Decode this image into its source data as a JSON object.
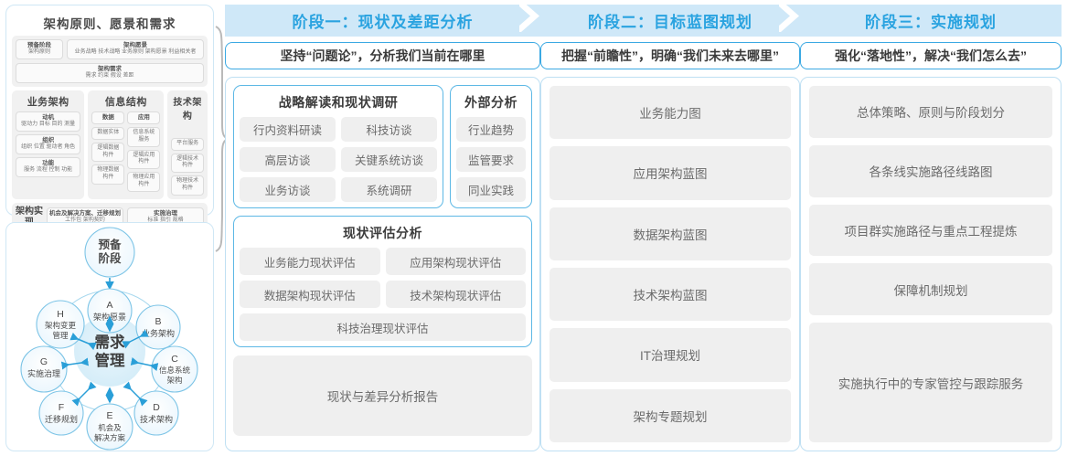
{
  "togaf": {
    "title": "架构原则、愿景和需求",
    "row1": [
      {
        "title": "预备阶段",
        "sub": "架构原则"
      },
      {
        "title": "架构愿景",
        "sub": "业务战略 技术战略 业务原则 架构愿景 利益相关者"
      }
    ],
    "row2": [
      {
        "title": "架构需求",
        "sub": "需求  约束  假设  差距"
      }
    ],
    "columns": [
      {
        "name": "业务架构",
        "items": [
          {
            "title": "动机",
            "sub": "驱动力 目标 目的 测量"
          },
          {
            "title": "组织",
            "sub": "组织 位置 驱动者 角色"
          },
          {
            "title": "功能",
            "sub": "服务 流程 控制 功能"
          }
        ]
      },
      {
        "name": "信息结构",
        "subcolumns": [
          {
            "items": [
              "数据",
              "数据实体",
              "逻辑数据构件",
              "物理数据构件"
            ]
          },
          {
            "items": [
              "应用",
              "信息系统服务",
              "逻辑应用构件",
              "物理应用构件"
            ]
          }
        ]
      },
      {
        "name": "技术架构",
        "items": [
          "平台服务",
          "逻辑技术构件",
          "物理技术构件"
        ]
      }
    ],
    "implementation": {
      "label": "架构实现",
      "blocks": [
        {
          "title": "机会及解决方案、迁移规划",
          "sub": "工作包  架构契约"
        },
        {
          "title": "实施治理",
          "sub": "标准  指引  规格"
        }
      ]
    }
  },
  "adm": {
    "center": "需求\n管理",
    "center_line1": "需求",
    "center_line2": "管理",
    "top": "预备\n阶段",
    "top_line1": "预备",
    "top_line2": "阶段",
    "nodes": [
      {
        "key": "A",
        "label": "架构愿景"
      },
      {
        "key": "B",
        "label": "业务架构"
      },
      {
        "key": "C",
        "label": "信息系统架构"
      },
      {
        "key": "D",
        "label": "技术架构"
      },
      {
        "key": "E",
        "label": "机会及解决方案"
      },
      {
        "key": "F",
        "label": "迁移规划"
      },
      {
        "key": "G",
        "label": "实施治理"
      },
      {
        "key": "H",
        "label": "架构变更管理"
      }
    ]
  },
  "phases": [
    {
      "banner": "阶段一：现状及差距分析",
      "subtitle": "坚持“问题论”，分析我们当前在哪里",
      "groups": [
        {
          "title": "战略解读和现状调研",
          "items": [
            "行内资料研读",
            "科技访谈",
            "高层访谈",
            "关键系统访谈",
            "业务访谈",
            "系统调研"
          ]
        },
        {
          "title": "外部分析",
          "items": [
            "行业趋势",
            "监管要求",
            "同业实践"
          ]
        },
        {
          "title": "现状评估分析",
          "items": [
            "业务能力现状评估",
            "应用架构现状评估",
            "数据架构现状评估",
            "技术架构现状评估"
          ],
          "wide_item": "科技治理现状评估"
        }
      ],
      "report": "现状与差异分析报告"
    },
    {
      "banner": "阶段二：目标蓝图规划",
      "subtitle": "把握“前瞻性”，明确“我们未来去哪里”",
      "items": [
        "业务能力图",
        "应用架构蓝图",
        "数据架构蓝图",
        "技术架构蓝图",
        "IT治理规划",
        "架构专题规划"
      ]
    },
    {
      "banner": "阶段三：实施规划",
      "subtitle": "强化“落地性”，解决“我们怎么去”",
      "items": [
        "总体策略、原则与阶段划分",
        "各条线实施路径线路图",
        "项目群实施路径与重点工程提炼",
        "保障机制规划",
        "实施执行中的专家管控与跟踪服务"
      ]
    }
  ],
  "colors": {
    "banner_bg": "#cfe8f8",
    "banner_text": "#2aa3e0",
    "card_border": "#5db8e5",
    "chip_bg": "#efefef",
    "chip_text": "#6b6b6b",
    "adm_stroke": "#6bb9dd",
    "adm_arrow": "#2a9fd8"
  }
}
